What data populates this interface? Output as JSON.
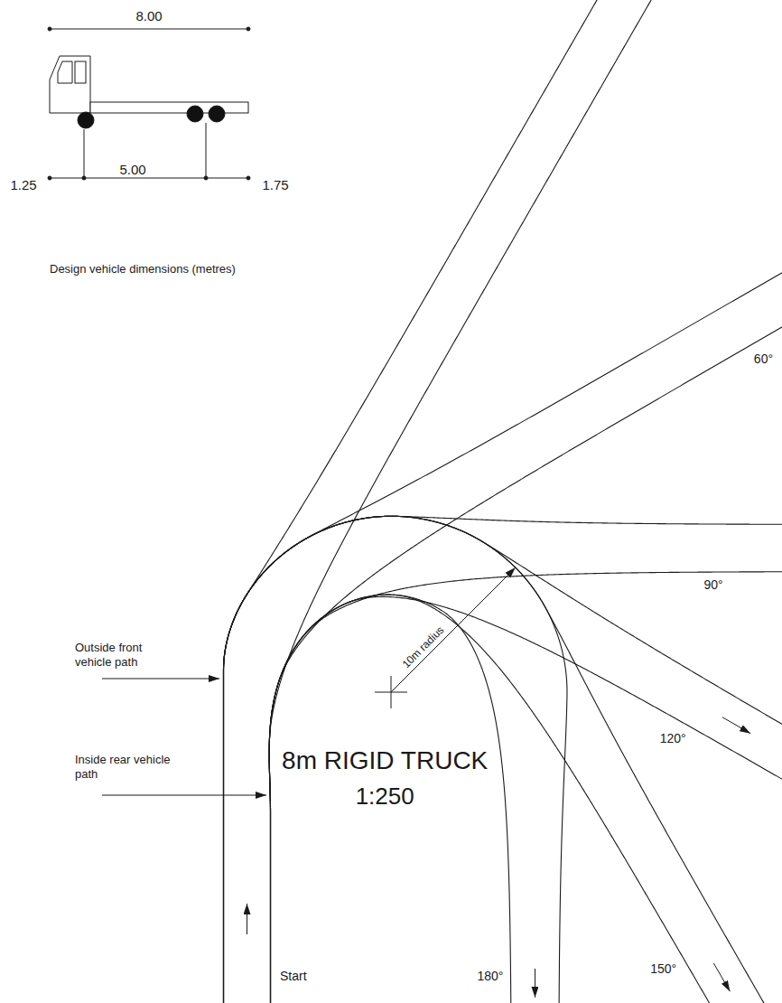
{
  "diagram": {
    "labels": [
      "8.00",
      "1.25",
      "5.00",
      "1.75",
      "Design vehicle dimensions (metres)",
      "60°",
      "90°",
      "10m radius",
      "Outside front vehicle path",
      "Inside rear vehicle path",
      "8m RIGID TRUCK",
      "1:250",
      "120°",
      "Start",
      "180°",
      "150°"
    ]
  }
}
